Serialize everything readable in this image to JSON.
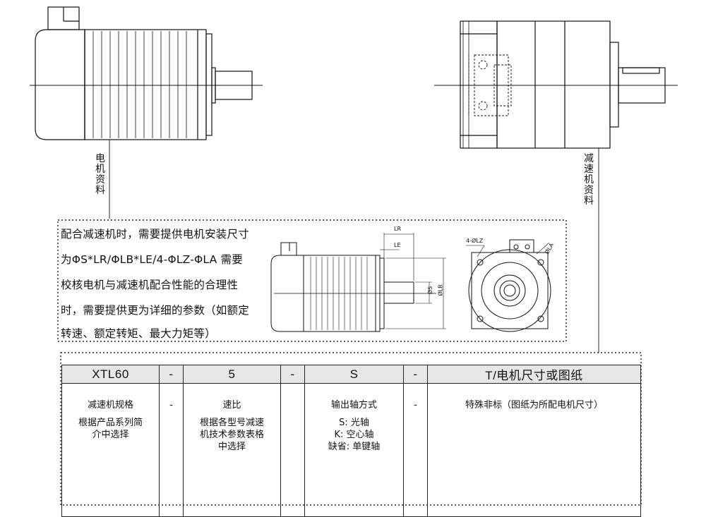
{
  "labels": {
    "motor_info": "电机资料",
    "reducer_info": "减速机资料"
  },
  "description": {
    "lines": [
      "配合减速机时，需要提供电机安装尺寸",
      "为ΦS*LR/ΦLB*LE/4-ΦLZ-ΦLA 需要",
      "校核电机与减速机配合性能的合理性",
      "时，需要提供更为详细的参数（如额定",
      "转速、额定转矩、最大力矩等）"
    ]
  },
  "dimensions": {
    "lr": "LR",
    "le": "LE",
    "s": "ØS",
    "lb": "ØLB",
    "lz": "4-ØLZ",
    "la": "ØLA"
  },
  "model": {
    "header": [
      "XTL60",
      "-",
      "5",
      "-",
      "S",
      "-",
      "T/电机尺寸或图纸"
    ],
    "col1": {
      "title": "减速机规格",
      "text": "根据产品系列简\n介中选择"
    },
    "col2": {
      "title": "速比",
      "text": "根据各型号减速\n机技术参数表格\n中选择"
    },
    "col3": {
      "title": "输出轴方式",
      "text": "S: 光轴\nK: 空心轴\n缺省: 单键轴"
    },
    "col4": {
      "title": "特殊非标（图纸为所配电机尺寸）"
    },
    "dash": "-"
  }
}
